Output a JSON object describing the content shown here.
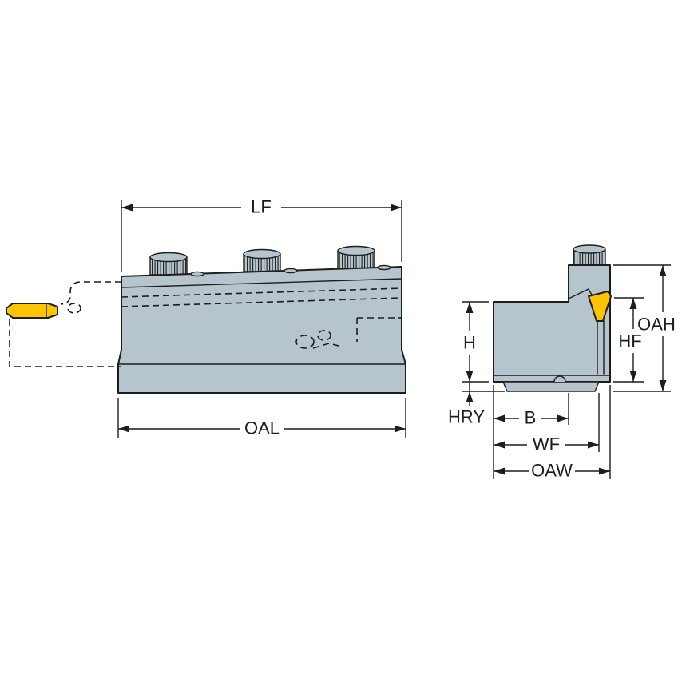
{
  "drawing": {
    "type": "technical-dimension-drawing",
    "views": {
      "front_view": {
        "dimension_labels": [
          "LF",
          "OAL"
        ]
      },
      "side_view": {
        "dimension_labels": [
          "H",
          "OAH",
          "HF",
          "HRY",
          "B",
          "WF",
          "OAW"
        ]
      }
    }
  },
  "labels": {
    "lf": "LF",
    "oal": "OAL",
    "h": "H",
    "oah": "OAH",
    "hf": "HF",
    "hry": "HRY",
    "b": "B",
    "wf": "WF",
    "oaw": "OAW"
  },
  "colors": {
    "body_fill": "#b6c4cd",
    "insert_fill": "#fdc500",
    "outline": "#1d1d1b",
    "dimension": "#1d1d1b"
  }
}
